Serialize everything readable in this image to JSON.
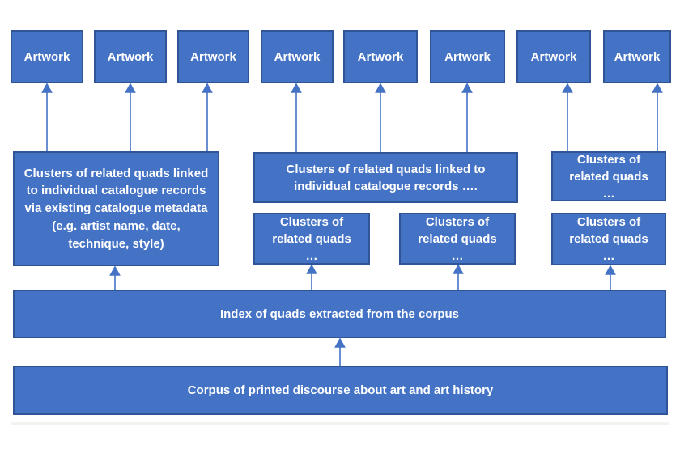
{
  "colors": {
    "box_fill": "#4472C4",
    "box_border": "#2F5597",
    "arrow": "#4472C4",
    "text": "#FFFFFF",
    "background": "#FFFFFF"
  },
  "nodes": {
    "artwork": {
      "label": "Artwork"
    },
    "cluster_left": {
      "label": "Clusters of related quads linked to individual catalogue records via existing catalogue metadata (e.g. artist name, date, technique, style)"
    },
    "cluster_wide": {
      "label": "Clusters of related quads linked to individual catalogue records …."
    },
    "cluster_small": {
      "label": "Clusters of related quads …"
    },
    "index": {
      "label": "Index of quads extracted from the corpus"
    },
    "corpus": {
      "label": "Corpus of printed discourse about art and art history"
    }
  }
}
